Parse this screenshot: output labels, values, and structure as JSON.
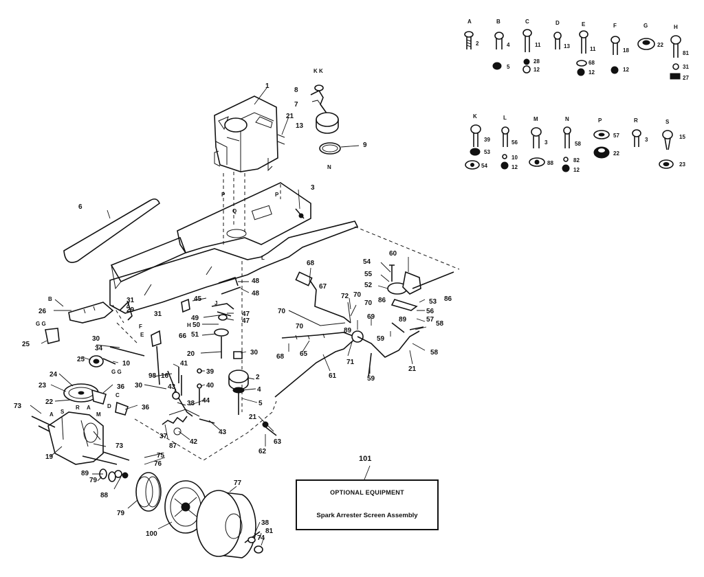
{
  "hardware_legend": {
    "row1": [
      {
        "letter": "A",
        "items": [
          "2"
        ]
      },
      {
        "letter": "B",
        "items": [
          "4",
          "5"
        ]
      },
      {
        "letter": "C",
        "items": [
          "11",
          "28",
          "12"
        ]
      },
      {
        "letter": "D",
        "items": [
          "13"
        ]
      },
      {
        "letter": "E",
        "items": [
          "11",
          "68",
          "12"
        ]
      },
      {
        "letter": "F",
        "items": [
          "18",
          "12"
        ]
      },
      {
        "letter": "G",
        "items": [
          "22"
        ]
      },
      {
        "letter": "H",
        "items": [
          "81",
          "31",
          "27"
        ]
      }
    ],
    "row2": [
      {
        "letter": "K",
        "items": [
          "39",
          "53",
          "54"
        ]
      },
      {
        "letter": "L",
        "items": [
          "56",
          "10",
          "12"
        ]
      },
      {
        "letter": "M",
        "items": [
          "3",
          "88"
        ]
      },
      {
        "letter": "N",
        "items": [
          "58",
          "82",
          "12"
        ]
      },
      {
        "letter": "P",
        "items": [
          "57",
          "22"
        ]
      },
      {
        "letter": "R",
        "items": [
          "3"
        ]
      },
      {
        "letter": "S",
        "items": [
          "15",
          "23"
        ]
      }
    ]
  },
  "callouts": [
    {
      "id": "1",
      "t": "1"
    },
    {
      "id": "8",
      "t": "8"
    },
    {
      "id": "7",
      "t": "7"
    },
    {
      "id": "21a",
      "t": "21"
    },
    {
      "id": "13a",
      "t": "13"
    },
    {
      "id": "9",
      "t": "9"
    },
    {
      "id": "3",
      "t": "3"
    },
    {
      "id": "6",
      "t": "6"
    },
    {
      "id": "68a",
      "t": "68"
    },
    {
      "id": "67",
      "t": "67"
    },
    {
      "id": "72",
      "t": "72"
    },
    {
      "id": "70a",
      "t": "70"
    },
    {
      "id": "70b",
      "t": "70"
    },
    {
      "id": "70c",
      "t": "70"
    },
    {
      "id": "70d",
      "t": "70"
    },
    {
      "id": "54",
      "t": "54"
    },
    {
      "id": "60",
      "t": "60"
    },
    {
      "id": "55",
      "t": "55"
    },
    {
      "id": "52",
      "t": "52"
    },
    {
      "id": "86a",
      "t": "86"
    },
    {
      "id": "53",
      "t": "53"
    },
    {
      "id": "86b",
      "t": "86"
    },
    {
      "id": "56",
      "t": "56"
    },
    {
      "id": "57",
      "t": "57"
    },
    {
      "id": "58a",
      "t": "58"
    },
    {
      "id": "58b",
      "t": "58"
    },
    {
      "id": "69",
      "t": "69"
    },
    {
      "id": "89a",
      "t": "89"
    },
    {
      "id": "89b",
      "t": "89"
    },
    {
      "id": "59a",
      "t": "59"
    },
    {
      "id": "21b",
      "t": "21"
    },
    {
      "id": "68b",
      "t": "68"
    },
    {
      "id": "65",
      "t": "65"
    },
    {
      "id": "71",
      "t": "71"
    },
    {
      "id": "61",
      "t": "61"
    },
    {
      "id": "59b",
      "t": "59"
    },
    {
      "id": "48a",
      "t": "48"
    },
    {
      "id": "48b",
      "t": "48"
    },
    {
      "id": "45",
      "t": "45"
    },
    {
      "id": "49",
      "t": "49"
    },
    {
      "id": "47a",
      "t": "47"
    },
    {
      "id": "47b",
      "t": "47"
    },
    {
      "id": "50",
      "t": "50"
    },
    {
      "id": "51",
      "t": "51"
    },
    {
      "id": "20",
      "t": "20"
    },
    {
      "id": "30a",
      "t": "30"
    },
    {
      "id": "2",
      "t": "2"
    },
    {
      "id": "4",
      "t": "4"
    },
    {
      "id": "5",
      "t": "5"
    },
    {
      "id": "21c",
      "t": "21"
    },
    {
      "id": "63",
      "t": "63"
    },
    {
      "id": "62",
      "t": "62"
    },
    {
      "id": "31a",
      "t": "31"
    },
    {
      "id": "31b",
      "t": "31"
    },
    {
      "id": "26",
      "t": "26"
    },
    {
      "id": "29",
      "t": "29"
    },
    {
      "id": "25a",
      "t": "25"
    },
    {
      "id": "30b",
      "t": "30"
    },
    {
      "id": "34",
      "t": "34"
    },
    {
      "id": "25b",
      "t": "25"
    },
    {
      "id": "10",
      "t": "10"
    },
    {
      "id": "66",
      "t": "66"
    },
    {
      "id": "24",
      "t": "24"
    },
    {
      "id": "23",
      "t": "23"
    },
    {
      "id": "36a",
      "t": "36"
    },
    {
      "id": "36b",
      "t": "36"
    },
    {
      "id": "22",
      "t": "22"
    },
    {
      "id": "73a",
      "t": "73"
    },
    {
      "id": "73b",
      "t": "73"
    },
    {
      "id": "19",
      "t": "19"
    },
    {
      "id": "30c",
      "t": "30"
    },
    {
      "id": "98",
      "t": "98"
    },
    {
      "id": "16",
      "t": "16"
    },
    {
      "id": "41",
      "t": "41"
    },
    {
      "id": "39",
      "t": "39"
    },
    {
      "id": "40",
      "t": "40"
    },
    {
      "id": "43a",
      "t": "43"
    },
    {
      "id": "38a",
      "t": "38"
    },
    {
      "id": "44",
      "t": "44"
    },
    {
      "id": "43b",
      "t": "43"
    },
    {
      "id": "37",
      "t": "37"
    },
    {
      "id": "87",
      "t": "87"
    },
    {
      "id": "42",
      "t": "42"
    },
    {
      "id": "75",
      "t": "75"
    },
    {
      "id": "76",
      "t": "76"
    },
    {
      "id": "89c",
      "t": "89"
    },
    {
      "id": "79a",
      "t": "79"
    },
    {
      "id": "88",
      "t": "88"
    },
    {
      "id": "79b",
      "t": "79"
    },
    {
      "id": "100",
      "t": "100"
    },
    {
      "id": "77",
      "t": "77"
    },
    {
      "id": "38b",
      "t": "38"
    },
    {
      "id": "81",
      "t": "81"
    },
    {
      "id": "74",
      "t": "74"
    }
  ],
  "letters": [
    {
      "id": "kk",
      "t": "K K"
    },
    {
      "id": "n",
      "t": "N"
    },
    {
      "id": "p1",
      "t": "P"
    },
    {
      "id": "q1",
      "t": "Q"
    },
    {
      "id": "p2",
      "t": "P"
    },
    {
      "id": "l1",
      "t": "L"
    },
    {
      "id": "f1",
      "t": "F"
    },
    {
      "id": "j1",
      "t": "J"
    },
    {
      "id": "h1",
      "t": "H"
    },
    {
      "id": "e1",
      "t": "E"
    },
    {
      "id": "b1",
      "t": "B"
    },
    {
      "id": "gg1",
      "t": "G G"
    },
    {
      "id": "gg2",
      "t": "G G"
    },
    {
      "id": "c1",
      "t": "C"
    },
    {
      "id": "d1",
      "t": "D"
    },
    {
      "id": "a1",
      "t": "A"
    },
    {
      "id": "a2",
      "t": "A"
    },
    {
      "id": "s1",
      "t": "S"
    },
    {
      "id": "r1",
      "t": "R"
    },
    {
      "id": "m1",
      "t": "M"
    }
  ],
  "optional": {
    "number": "101",
    "title": "OPTIONAL EQUIPMENT",
    "item": "Spark Arrester Screen Assembly"
  }
}
